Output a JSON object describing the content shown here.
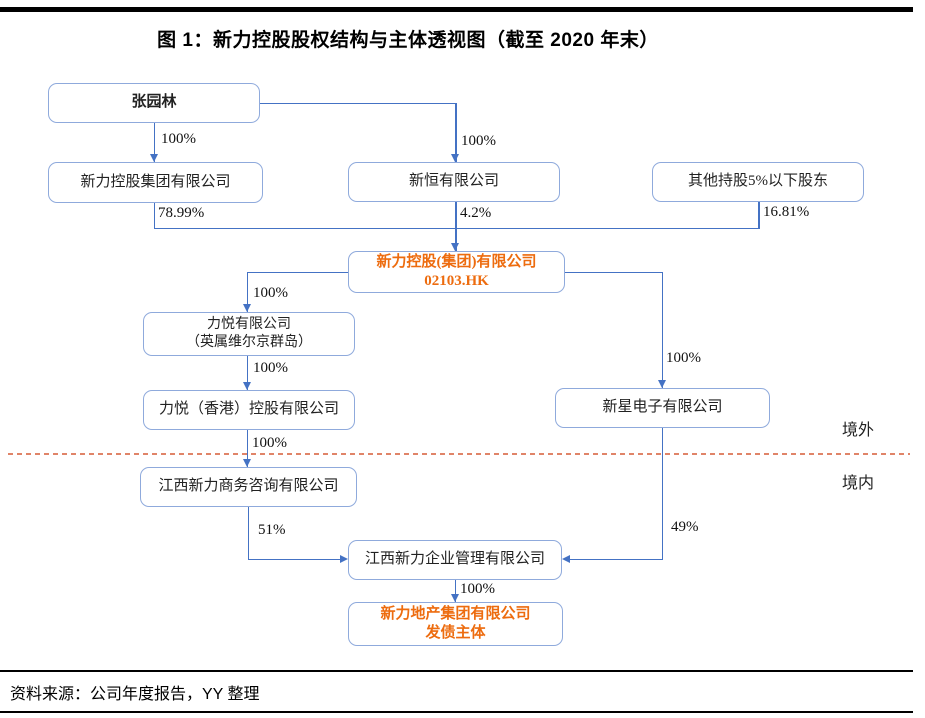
{
  "title": "图 1：新力控股股权结构与主体透视图（截至 2020 年末）",
  "nodes": {
    "zhang": {
      "label": "张园林"
    },
    "xinli_group": {
      "label": "新力控股集团有限公司"
    },
    "xinheng": {
      "label": "新恒有限公司"
    },
    "other_holders": {
      "label": "其他持股5%以下股东"
    },
    "listco": {
      "line1": "新力控股(集团)有限公司",
      "line2": "02103.HK"
    },
    "liyue_bvi": {
      "line1": "力悦有限公司",
      "line2": "（英属维尔京群岛）"
    },
    "liyue_hk": {
      "label": "力悦（香港）控股有限公司"
    },
    "xinxing": {
      "label": "新星电子有限公司"
    },
    "consulting": {
      "label": "江西新力商务咨询有限公司"
    },
    "management": {
      "label": "江西新力企业管理有限公司"
    },
    "property": {
      "line1": "新力地产集团有限公司",
      "line2": "发债主体"
    }
  },
  "edges": {
    "zhang_to_group": "100%",
    "zhang_to_xinheng": "100%",
    "group_to_listco": "78.99%",
    "xinheng_to_listco": "4.2%",
    "others_to_listco": "16.81%",
    "listco_to_bvi": "100%",
    "bvi_to_hk": "100%",
    "hk_to_consulting": "100%",
    "listco_to_xinxing": "100%",
    "consulting_to_mgmt": "51%",
    "xinxing_to_mgmt": "49%",
    "mgmt_to_property": "100%"
  },
  "regions": {
    "offshore": "境外",
    "onshore": "境内"
  },
  "footer": {
    "source": "资料来源：公司年度报告，YY 整理"
  },
  "colors": {
    "line_blue": "#4472C4",
    "box_border_blue": "#8FAADC",
    "highlight_orange": "#ED6C0F",
    "divider_dash_salmon": "#E08468",
    "top_bar_black": "#000000"
  }
}
